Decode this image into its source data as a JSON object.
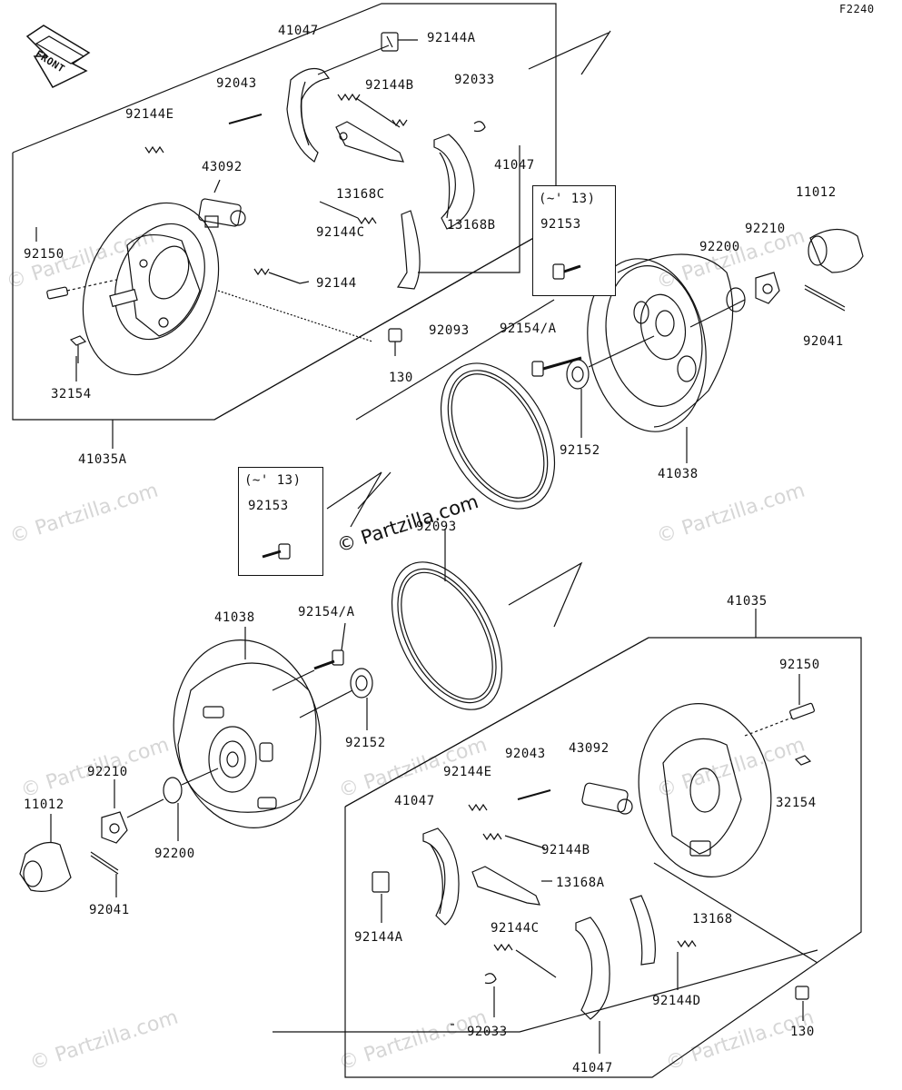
{
  "figure_code": "F2240",
  "front_label": "FRONT",
  "watermark": "© Partzilla.com",
  "inset_boxes": [
    {
      "range": "(~' 13)",
      "part": "92153"
    },
    {
      "range": "(~' 13)",
      "part": "92153"
    }
  ],
  "upper_assembly": {
    "assembly_label": "41035A",
    "labels": [
      "41047",
      "92144A",
      "92043",
      "92144B",
      "92033",
      "92144E",
      "43092",
      "13168C",
      "41047",
      "92144C",
      "13168B",
      "92150",
      "92144",
      "130",
      "32154"
    ]
  },
  "drum_parts": {
    "labels": [
      "11012",
      "92210",
      "92200",
      "92041",
      "92154/A",
      "92093",
      "92152",
      "41038",
      "92093",
      "41038",
      "92154/A",
      "92152",
      "92210",
      "11012",
      "92200",
      "92041"
    ]
  },
  "lower_assembly": {
    "assembly_label": "41035",
    "labels": [
      "92150",
      "92043",
      "43092",
      "92144E",
      "41047",
      "92144B",
      "32154",
      "13168A",
      "92144A",
      "92144C",
      "13168",
      "92144D",
      "130",
      "92033",
      "41047"
    ]
  }
}
